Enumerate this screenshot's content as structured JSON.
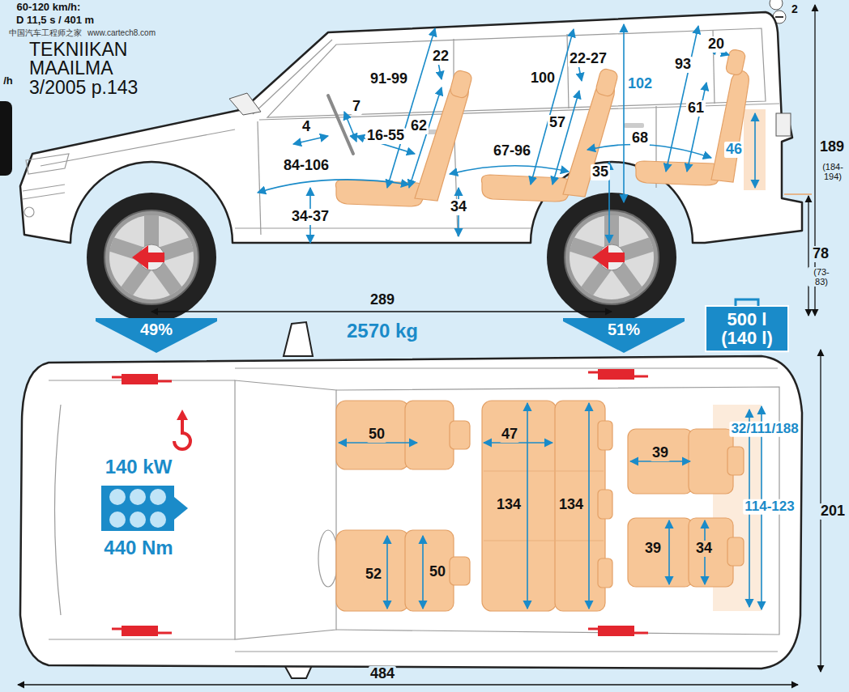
{
  "diagram": {
    "title": "TEKNIIKAN MAAILMA 3/2005 p.143",
    "nodes": [
      {
        "text": [
          "49%"
        ]
      },
      {
        "text": [
          "51%"
        ]
      },
      {
        "text": [
          "500 l (140 l)"
        ]
      }
    ],
    "labels": [
      "60-120 km/h:",
      "D 11,5 s / 401 m",
      "中国汽车工程师之家",
      "www.cartech8.com",
      "/h",
      "2",
      "4",
      "7",
      "16-55",
      "84-106",
      "34-37",
      "22",
      "91-99",
      "62",
      "34",
      "67-96",
      "22-27",
      "100",
      "57",
      "102",
      "35",
      "68",
      "20",
      "93",
      "61",
      "46",
      "189",
      "(184-194)",
      "78",
      "(73-83)",
      "289",
      "2570 kg",
      "50",
      "52",
      "50",
      "47",
      "134",
      "134",
      "39",
      "39",
      "34",
      "32/111/188",
      "114-123",
      "201",
      "140 kW",
      "440 Nm",
      "484"
    ]
  }
}
